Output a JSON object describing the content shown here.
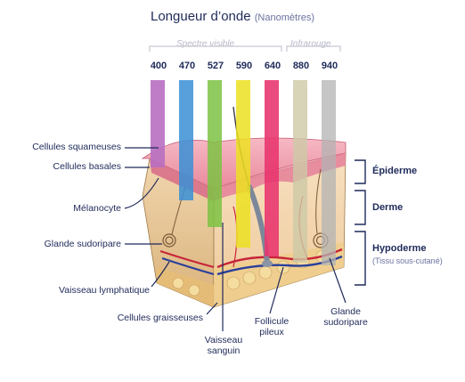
{
  "title": "Longueur d’onde",
  "title_unit": "(Nanomètres)",
  "groups": {
    "visible": "Spectre visible",
    "infrared": "Infrarouge"
  },
  "wavelengths": [
    {
      "label": "400",
      "color": "#b86fc1"
    },
    {
      "label": "470",
      "color": "#3a8fd6"
    },
    {
      "label": "527",
      "color": "#7cc243"
    },
    {
      "label": "590",
      "color": "#ece021"
    },
    {
      "label": "640",
      "color": "#e8336d"
    },
    {
      "label": "880",
      "color": "#cdc9a6"
    },
    {
      "label": "940",
      "color": "#b3b3b3"
    }
  ],
  "left_labels": {
    "squamous": "Cellules squameuses",
    "basal": "Cellules basales",
    "melanocyte": "Mélanocyte",
    "sweat_gland": "Glande sudoripare",
    "lymph": "Vaisseau lymphatique",
    "fat": "Cellules graisseuses"
  },
  "bottom_labels": {
    "blood_vessel_1": "Vaisseau",
    "blood_vessel_2": "sanguin",
    "follicle_1": "Follicule",
    "follicle_2": "pileux",
    "gland_1": "Glande",
    "gland_2": "sudoripare"
  },
  "layers": {
    "epidermis": "Épiderme",
    "dermis": "Derme",
    "hypodermis": "Hypoderme",
    "hypodermis_sub": "(Tissu sous-cutané)"
  },
  "colors": {
    "ink": "#1f2a5a",
    "bracket": "#1f2a5a",
    "epidermis": "#f2a6b3",
    "dermis": "#f3d7b2",
    "fat": "#efd08e",
    "vessel_red": "#c8243a",
    "vessel_blue": "#2b3f9a"
  }
}
